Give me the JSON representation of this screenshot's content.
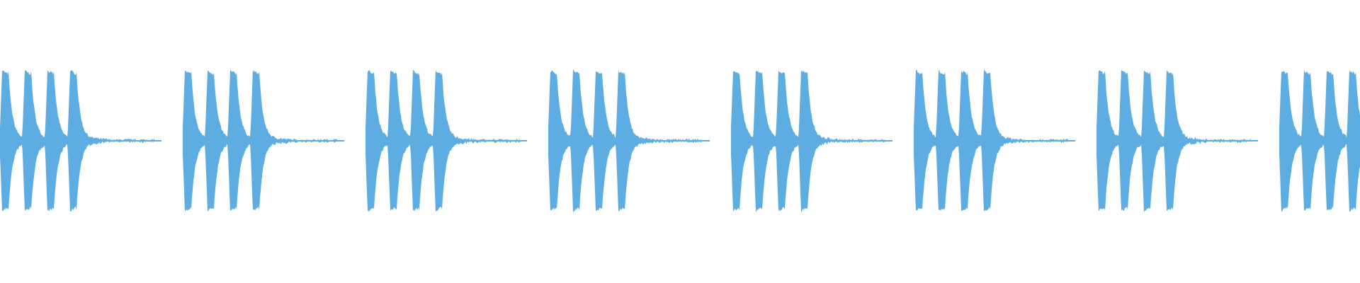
{
  "waveform": {
    "color": "#5dade2",
    "background": "#ffffff",
    "pattern": {
      "bursts": 8,
      "pulses_per_burst": 4,
      "peak_amplitude": 1.0,
      "decay": "exponential-tail"
    }
  }
}
